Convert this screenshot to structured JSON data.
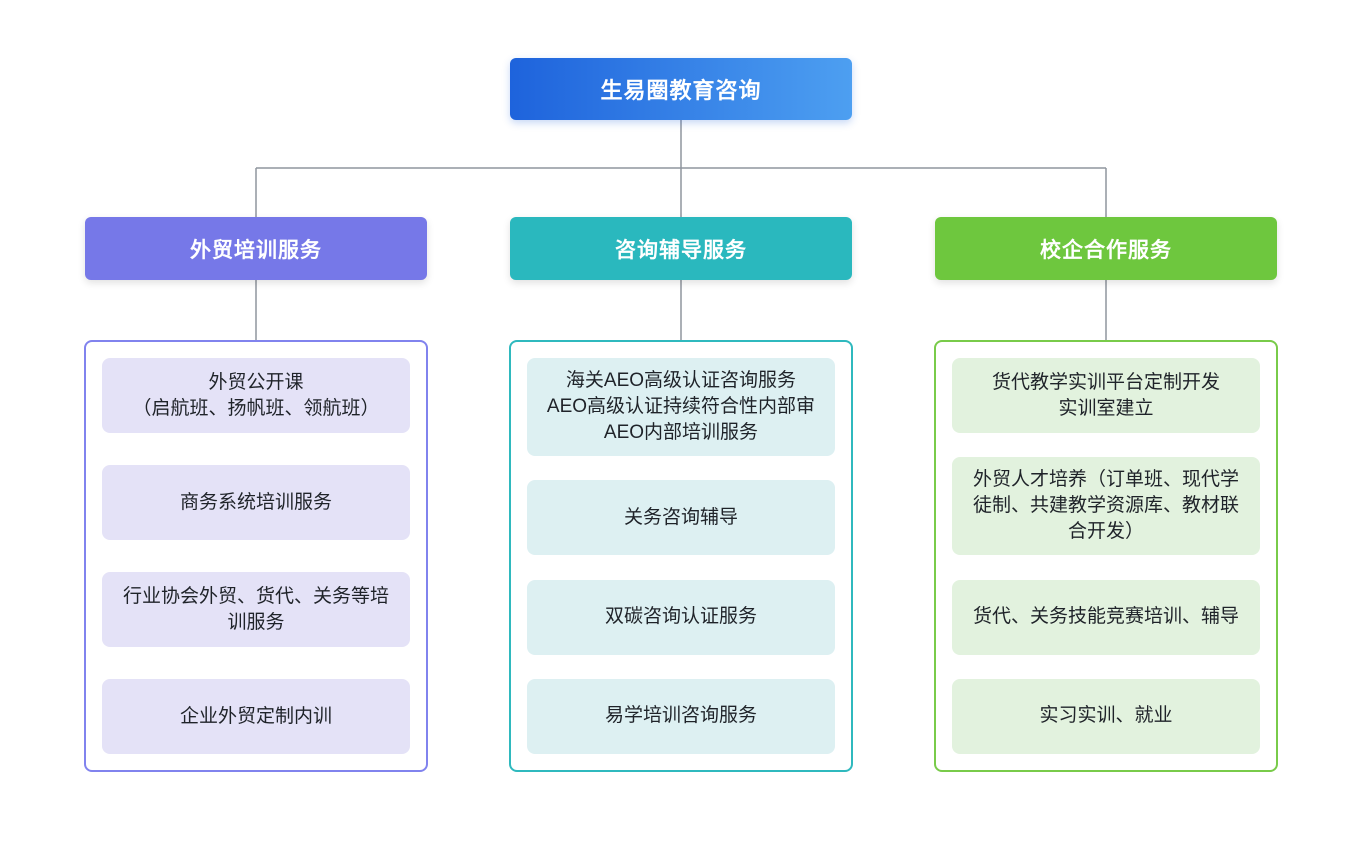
{
  "page": {
    "background_color": "#ffffff",
    "connector_color": "#8F959E",
    "item_text_color": "#1F2329"
  },
  "root": {
    "label": "生易圈教育咨询",
    "gradient_start": "#1E63DC",
    "gradient_end": "#4D9FF1"
  },
  "columns": [
    {
      "id": "trade-training",
      "header": "外贸培训服务",
      "header_color": "#7678E8",
      "border_color": "#8183EE",
      "item_bg": "#E4E2F7",
      "items": [
        {
          "text": "外贸公开课\n（启航班、扬帆班、领航班）"
        },
        {
          "text": "商务系统培训服务"
        },
        {
          "text": "行业协会外贸、货代、关务等培训服务"
        },
        {
          "text": "企业外贸定制内训"
        }
      ]
    },
    {
      "id": "consulting-coaching",
      "header": "咨询辅导服务",
      "header_color": "#2AB8BE",
      "border_color": "#2FB9BE",
      "item_bg": "#DDF0F2",
      "items": [
        {
          "text": "海关AEO高级认证咨询服务\nAEO高级认证持续符合性内部审\nAEO内部培训服务"
        },
        {
          "text": "关务咨询辅导"
        },
        {
          "text": "双碳咨询认证服务"
        },
        {
          "text": "易学培训咨询服务"
        }
      ]
    },
    {
      "id": "school-enterprise",
      "header": "校企合作服务",
      "header_color": "#6EC73E",
      "border_color": "#79CB4A",
      "item_bg": "#E2F2DE",
      "items": [
        {
          "text": "货代教学实训平台定制开发\n实训室建立"
        },
        {
          "text": "外贸人才培养（订单班、现代学徒制、共建教学资源库、教材联合开发）"
        },
        {
          "text": "货代、关务技能竞赛培训、辅导"
        },
        {
          "text": "实习实训、就业"
        }
      ]
    }
  ]
}
